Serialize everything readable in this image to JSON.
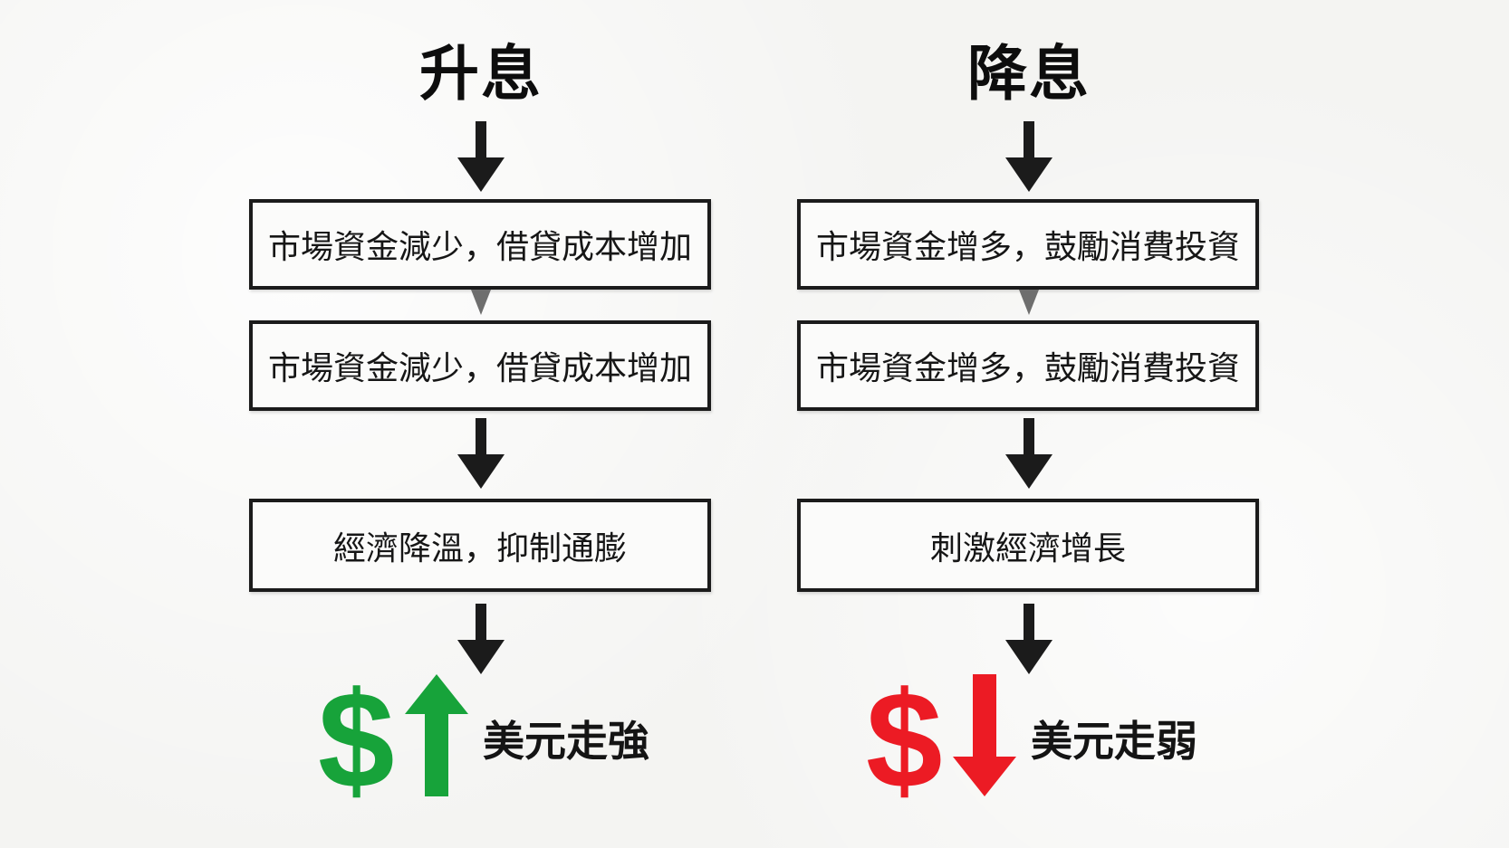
{
  "colors": {
    "up": "#17a33a",
    "down": "#ec1b24",
    "ink": "#1b1b1b"
  },
  "left": {
    "title": "升息",
    "steps": [
      "市場資金減少，借貸成本增加",
      "市場資金減少，借貸成本增加",
      "經濟降溫，抑制通膨"
    ],
    "result": {
      "symbol": "$",
      "direction": "up",
      "label": "美元走強"
    }
  },
  "right": {
    "title": "降息",
    "steps": [
      "市場資金增多，鼓勵消費投資",
      "市場資金增多，鼓勵消費投資",
      "刺激經濟增長"
    ],
    "result": {
      "symbol": "$",
      "direction": "down",
      "label": "美元走弱"
    }
  }
}
